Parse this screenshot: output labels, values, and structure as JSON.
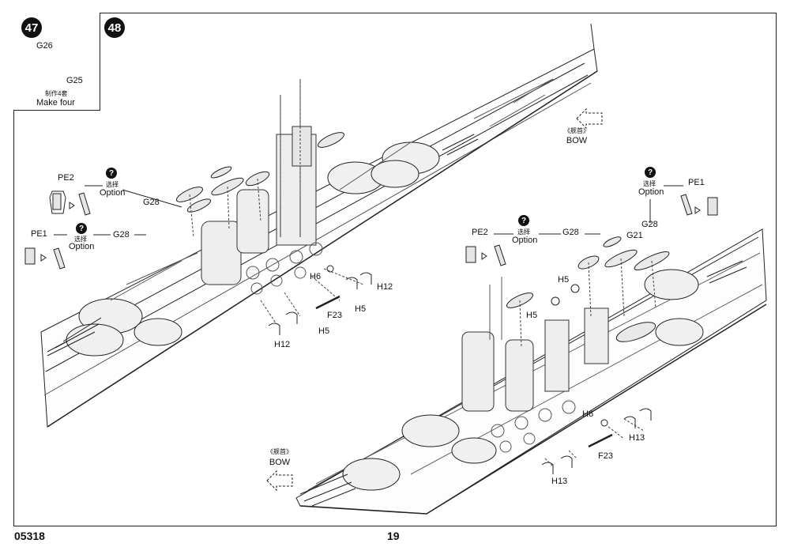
{
  "steps": {
    "left": "47",
    "right": "48"
  },
  "inset": {
    "part_top": "G26",
    "part_bottom": "G25",
    "caption_zh": "制作4套",
    "caption_en": "Make four"
  },
  "bow_top": {
    "zh": "《舰首》",
    "en": "BOW"
  },
  "bow_bottom": {
    "zh": "《舰首》",
    "en": "BOW"
  },
  "options": {
    "left_upper": {
      "part": "PE2",
      "zh": "选择",
      "en": "Option",
      "alt": "G28"
    },
    "left_lower": {
      "part": "PE1",
      "zh": "选择",
      "en": "Option",
      "alt": "G28"
    },
    "right_upper": {
      "part": "PE1",
      "zh": "选择",
      "en": "Option",
      "alt": "G28"
    },
    "right_lower": {
      "part": "PE2",
      "zh": "选择",
      "en": "Option",
      "alt": "G28"
    }
  },
  "option_icon": "?",
  "part_labels": {
    "left_h6": "H6",
    "left_h12_a": "H12",
    "left_h5_a": "H5",
    "left_f23": "F23",
    "left_h5_b": "H5",
    "left_h12_b": "H12",
    "right_g21": "G21",
    "right_h5_a": "H5",
    "right_h5_b": "H5",
    "right_h6": "H6",
    "right_h13_a": "H13",
    "right_f23": "F23",
    "right_h13_b": "H13"
  },
  "footer": {
    "code": "05318",
    "page": "19"
  }
}
